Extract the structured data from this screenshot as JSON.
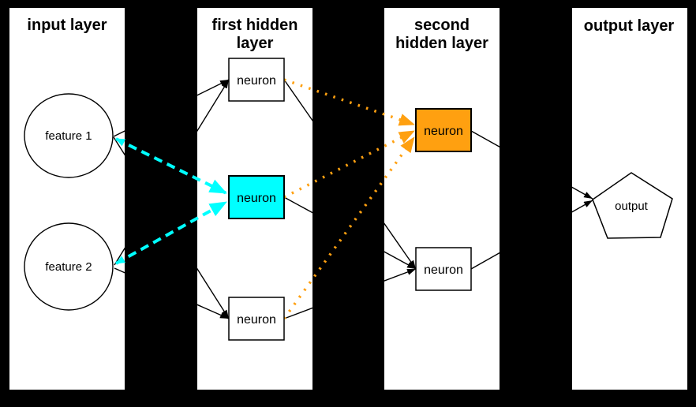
{
  "diagram_type": "feed-forward neural network",
  "layers": [
    {
      "id": "input",
      "title": "input layer",
      "title_lines": [
        "input layer"
      ]
    },
    {
      "id": "hidden1",
      "title": "first hidden layer",
      "title_lines": [
        "first hidden",
        "layer"
      ]
    },
    {
      "id": "hidden2",
      "title": "second hidden layer",
      "title_lines": [
        "second",
        "hidden layer"
      ]
    },
    {
      "id": "output",
      "title": "output layer",
      "title_lines": [
        "output layer"
      ]
    }
  ],
  "nodes": {
    "feature1": {
      "label": "feature 1",
      "shape": "circle",
      "fill": "#ffffff",
      "layer": "input"
    },
    "feature2": {
      "label": "feature 2",
      "shape": "circle",
      "fill": "#ffffff",
      "layer": "input"
    },
    "hidden1_top": {
      "label": "neuron",
      "shape": "rect",
      "fill": "#ffffff",
      "layer": "hidden1"
    },
    "hidden1_mid": {
      "label": "neuron",
      "shape": "rect",
      "fill": "#00ffff",
      "layer": "hidden1",
      "highlighted": true
    },
    "hidden1_bot": {
      "label": "neuron",
      "shape": "rect",
      "fill": "#ffffff",
      "layer": "hidden1"
    },
    "hidden2_top": {
      "label": "neuron",
      "shape": "rect",
      "fill": "#ffa010",
      "layer": "hidden2",
      "highlighted": true
    },
    "hidden2_bot": {
      "label": "neuron",
      "shape": "rect",
      "fill": "#ffffff",
      "layer": "hidden2"
    },
    "output": {
      "label": "output",
      "shape": "pentagon",
      "fill": "#ffffff",
      "layer": "output"
    }
  },
  "connections": [
    {
      "from": "feature1",
      "to": "hidden1_top",
      "style": "solid-black",
      "arrowheads": "end"
    },
    {
      "from": "feature1",
      "to": "hidden1_bot",
      "style": "solid-black",
      "arrowheads": "end"
    },
    {
      "from": "feature2",
      "to": "hidden1_top",
      "style": "solid-black",
      "arrowheads": "end"
    },
    {
      "from": "feature2",
      "to": "hidden1_bot",
      "style": "solid-black",
      "arrowheads": "end"
    },
    {
      "from": "feature1",
      "to": "hidden1_mid",
      "style": "dashed-cyan",
      "arrowheads": "both"
    },
    {
      "from": "feature2",
      "to": "hidden1_mid",
      "style": "dashed-cyan",
      "arrowheads": "both"
    },
    {
      "from": "hidden1_top",
      "to": "hidden2_bot",
      "style": "solid-black",
      "arrowheads": "end"
    },
    {
      "from": "hidden1_mid",
      "to": "hidden2_bot",
      "style": "solid-black",
      "arrowheads": "end"
    },
    {
      "from": "hidden1_bot",
      "to": "hidden2_bot",
      "style": "solid-black",
      "arrowheads": "end"
    },
    {
      "from": "hidden1_top",
      "to": "hidden2_top",
      "style": "dotted-orange",
      "arrowheads": "end"
    },
    {
      "from": "hidden1_mid",
      "to": "hidden2_top",
      "style": "dotted-orange",
      "arrowheads": "end"
    },
    {
      "from": "hidden1_bot",
      "to": "hidden2_top",
      "style": "dotted-orange",
      "arrowheads": "end"
    },
    {
      "from": "hidden2_top",
      "to": "output",
      "style": "solid-black",
      "arrowheads": "end"
    },
    {
      "from": "hidden2_bot",
      "to": "output",
      "style": "solid-black",
      "arrowheads": "end"
    }
  ],
  "colors": {
    "background": "#000000",
    "panel": "#ffffff",
    "line": "#000000",
    "highlight_cyan": "#00ffff",
    "highlight_orange": "#ffa010"
  }
}
